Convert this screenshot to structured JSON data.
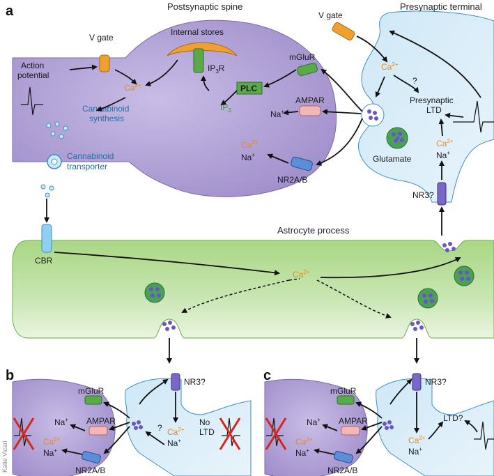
{
  "panels": {
    "a": "a",
    "b": "b",
    "c": "c"
  },
  "titles": {
    "spine": "Postsynaptic spine",
    "terminal": "Presynaptic terminal",
    "astro": "Astrocyte process"
  },
  "labels": {
    "vgate": "V gate",
    "internal_stores": "Internal stores",
    "ip3r_main": "IP",
    "ip3r_sub": "3",
    "ip3r_end": "R",
    "mglur": "mGluR",
    "plc": "PLC",
    "ip3_main": "IP",
    "ip3_sub": "3",
    "ampar": "AMPAR",
    "na": "Na",
    "plus": "+",
    "ca": "Ca",
    "two_plus": "2+",
    "nr2ab": "NR2A/B",
    "action_potential_1": "Action",
    "action_potential_2": "potential",
    "cannabinoid_synthesis_1": "Cannabinoid",
    "cannabinoid_synthesis_2": "synthesis",
    "cannabinoid_transporter_1": "Cannabinoid",
    "cannabinoid_transporter_2": "transporter",
    "glutamate": "Glutamate",
    "presynaptic_ltd_1": "Presynaptic",
    "presynaptic_ltd_2": "LTD",
    "question": "?",
    "nr3q": "NR3?",
    "cbr": "CBR",
    "no_ltd_1": "No",
    "no_ltd_2": "LTD",
    "ltdq": "LTD?",
    "credit": "Katie Vicari"
  },
  "colors": {
    "spine": "#b7a8d8",
    "terminal": "#d6ecf8",
    "astro": "#9fd07a",
    "orange": "#f0a030",
    "green": "#3a9a3a",
    "blue_text": "#1f6fa8",
    "red_x": "#d7261e"
  }
}
